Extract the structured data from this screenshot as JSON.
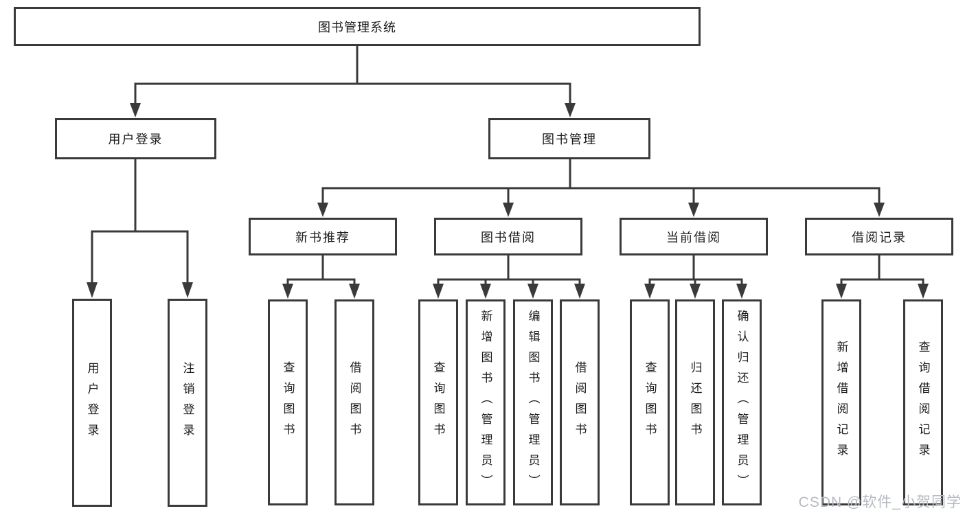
{
  "diagram": {
    "root": {
      "label": "图书管理系统"
    },
    "branches": [
      {
        "label": "用户登录",
        "children": [
          {
            "label": "用户登录"
          },
          {
            "label": "注销登录"
          }
        ]
      },
      {
        "label": "图书管理",
        "children": [
          {
            "label": "新书推荐",
            "children": [
              {
                "label": "查询图书"
              },
              {
                "label": "借阅图书"
              }
            ]
          },
          {
            "label": "图书借阅",
            "children": [
              {
                "label": "查询图书"
              },
              {
                "label": "新增图书（管理员）"
              },
              {
                "label": "编辑图书（管理员）"
              },
              {
                "label": "借阅图书"
              }
            ]
          },
          {
            "label": "当前借阅",
            "children": [
              {
                "label": "查询图书"
              },
              {
                "label": "归还图书"
              },
              {
                "label": "确认归还（管理员）"
              }
            ]
          },
          {
            "label": "借阅记录",
            "children": [
              {
                "label": "新增借阅记录"
              },
              {
                "label": "查询借阅记录"
              }
            ]
          }
        ]
      }
    ]
  },
  "watermark": {
    "text": "CSDN @软件_小贺同学"
  },
  "colors": {
    "line": "#3a3a3a",
    "text": "#1b1b1b",
    "background": "#ffffff",
    "watermark": "#b6bac1"
  }
}
